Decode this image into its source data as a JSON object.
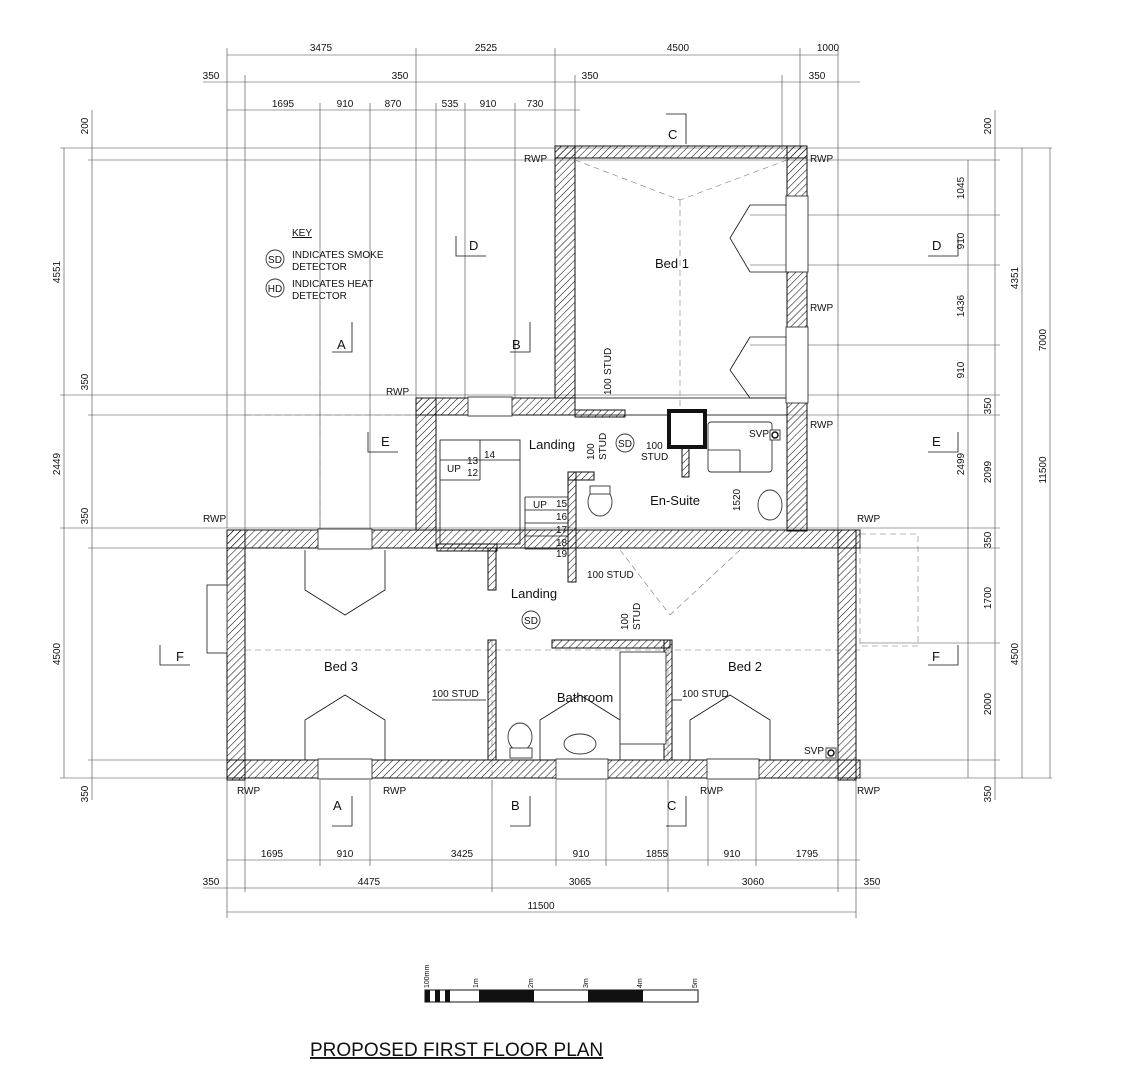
{
  "title": "PROPOSED FIRST FLOOR PLAN",
  "key": {
    "heading": "KEY",
    "items": [
      {
        "symbol": "SD",
        "line1": "INDICATES SMOKE",
        "line2": "DETECTOR"
      },
      {
        "symbol": "HD",
        "line1": "INDICATES HEAT",
        "line2": "DETECTOR"
      }
    ]
  },
  "rooms": {
    "bed1": "Bed 1",
    "bed2": "Bed 2",
    "bed3": "Bed 3",
    "landing_upper": "Landing",
    "landing_lower": "Landing",
    "ensuite": "En-Suite",
    "bathroom": "Bathroom"
  },
  "labels": {
    "rwp": "RWP",
    "svp": "SVP",
    "sd": "SD",
    "up": "UP",
    "stud_100": "100 STUD",
    "stud_num": "100",
    "stud_word": "STUD"
  },
  "stairs": [
    "13",
    "12",
    "14",
    "15",
    "16",
    "17",
    "18",
    "19"
  ],
  "sections": {
    "a": "A",
    "b": "B",
    "c": "C",
    "d": "D",
    "e": "E",
    "f": "F"
  },
  "dims": {
    "top_major": [
      "3475",
      "2525",
      "4500",
      "1000"
    ],
    "top_mid": [
      "350",
      "350",
      "350",
      "350"
    ],
    "top_minor": [
      "1695",
      "910",
      "870",
      "535",
      "910",
      "730"
    ],
    "bottom_minor": [
      "1695",
      "910",
      "3425",
      "910",
      "1855",
      "910",
      "1795"
    ],
    "bottom_mid": [
      "350",
      "4475",
      "3065",
      "3060",
      "350"
    ],
    "bottom_total": "11500",
    "left": [
      "200",
      "4551",
      "350",
      "2449",
      "350",
      "4500",
      "350"
    ],
    "right_inner": [
      "200",
      "1045",
      "910",
      "1436",
      "910",
      "350",
      "2099",
      "350",
      "1700",
      "2000",
      "350"
    ],
    "right_mid": [
      "4351",
      "2499",
      "4500"
    ],
    "right_outer": [
      "7000",
      "11500"
    ],
    "ensuite_depth": "1520"
  },
  "scale": {
    "labels": [
      "100mm",
      "1m",
      "2m",
      "3m",
      "4m",
      "5m"
    ]
  }
}
